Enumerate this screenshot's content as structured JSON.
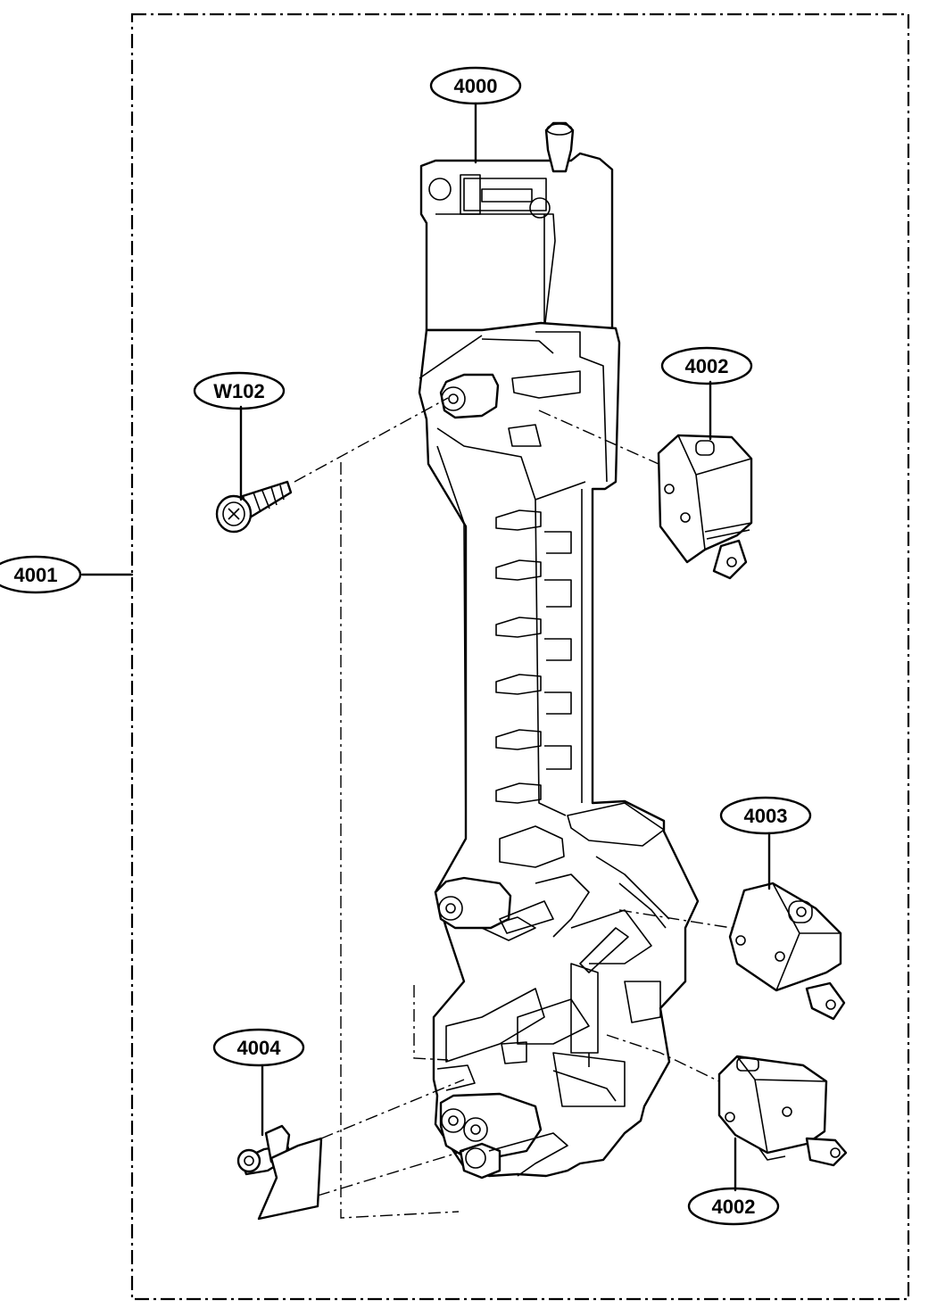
{
  "diagram": {
    "callouts": [
      {
        "id": "4000",
        "text": "4000"
      },
      {
        "id": "4001",
        "text": "4001"
      },
      {
        "id": "4002a",
        "text": "4002"
      },
      {
        "id": "W102",
        "text": "W102"
      },
      {
        "id": "4003",
        "text": "4003"
      },
      {
        "id": "4004",
        "text": "4004"
      },
      {
        "id": "4002b",
        "text": "4002"
      }
    ]
  }
}
